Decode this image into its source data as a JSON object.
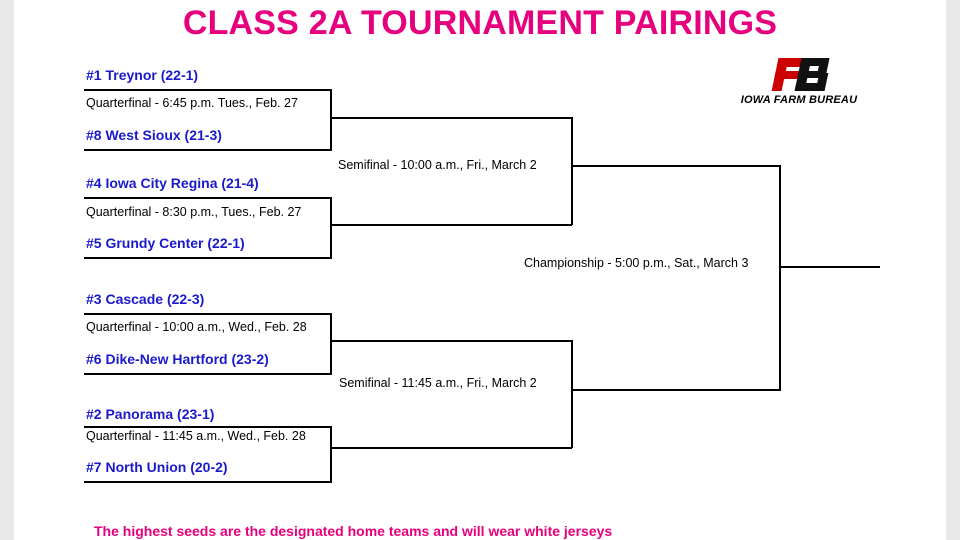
{
  "title": "CLASS 2A TOURNAMENT PAIRINGS",
  "logo": {
    "text": "IOWA FARM BUREAU",
    "monogram": "FB",
    "mark_color": "#cc0000"
  },
  "colors": {
    "title": "#e6007e",
    "team": "#1a1acc",
    "footer": "#e6007e"
  },
  "quarterfinals": [
    {
      "top": "#1 Treynor (22-1)",
      "game": "Quarterfinal - 6:45 p.m. Tues., Feb. 27",
      "bottom": "#8 West Sioux (21-3)"
    },
    {
      "top": "#4 Iowa City Regina (21-4)",
      "game": "Quarterfinal - 8:30 p.m., Tues., Feb. 27",
      "bottom": "#5 Grundy Center (22-1)"
    },
    {
      "top": "#3 Cascade (22-3)",
      "game": "Quarterfinal - 10:00 a.m., Wed., Feb. 28",
      "bottom": "#6 Dike-New Hartford (23-2)"
    },
    {
      "top": "#2 Panorama (23-1)",
      "game": "Quarterfinal - 11:45 a.m., Wed., Feb. 28",
      "bottom": "#7 North Union (20-2)"
    }
  ],
  "semifinals": [
    {
      "game": "Semifinal - 10:00 a.m., Fri., March 2"
    },
    {
      "game": "Semifinal - 11:45 a.m., Fri., March 2"
    }
  ],
  "championship": {
    "game": "Championship - 5:00 p.m., Sat., March 3"
  },
  "footer": "The highest seeds are the designated home teams and will wear white jerseys"
}
